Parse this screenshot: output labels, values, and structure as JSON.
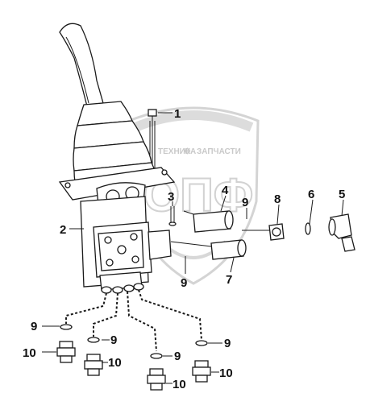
{
  "watermark": {
    "text_left": "ТЕХНИКА",
    "text_right": "ЗАПЧАСТИ",
    "logo_letters": "ОПФ",
    "color": "#c9c9c9"
  },
  "callouts": {
    "c1": "1",
    "c2": "2",
    "c3": "3",
    "c4": "4",
    "c5": "5",
    "c6": "6",
    "c7": "7",
    "c8": "8",
    "c9a": "9",
    "c9b": "9",
    "c9c": "9",
    "c9d": "9",
    "c9e": "9",
    "c9f": "9",
    "c10a": "10",
    "c10b": "10",
    "c10c": "10",
    "c10d": "10"
  }
}
